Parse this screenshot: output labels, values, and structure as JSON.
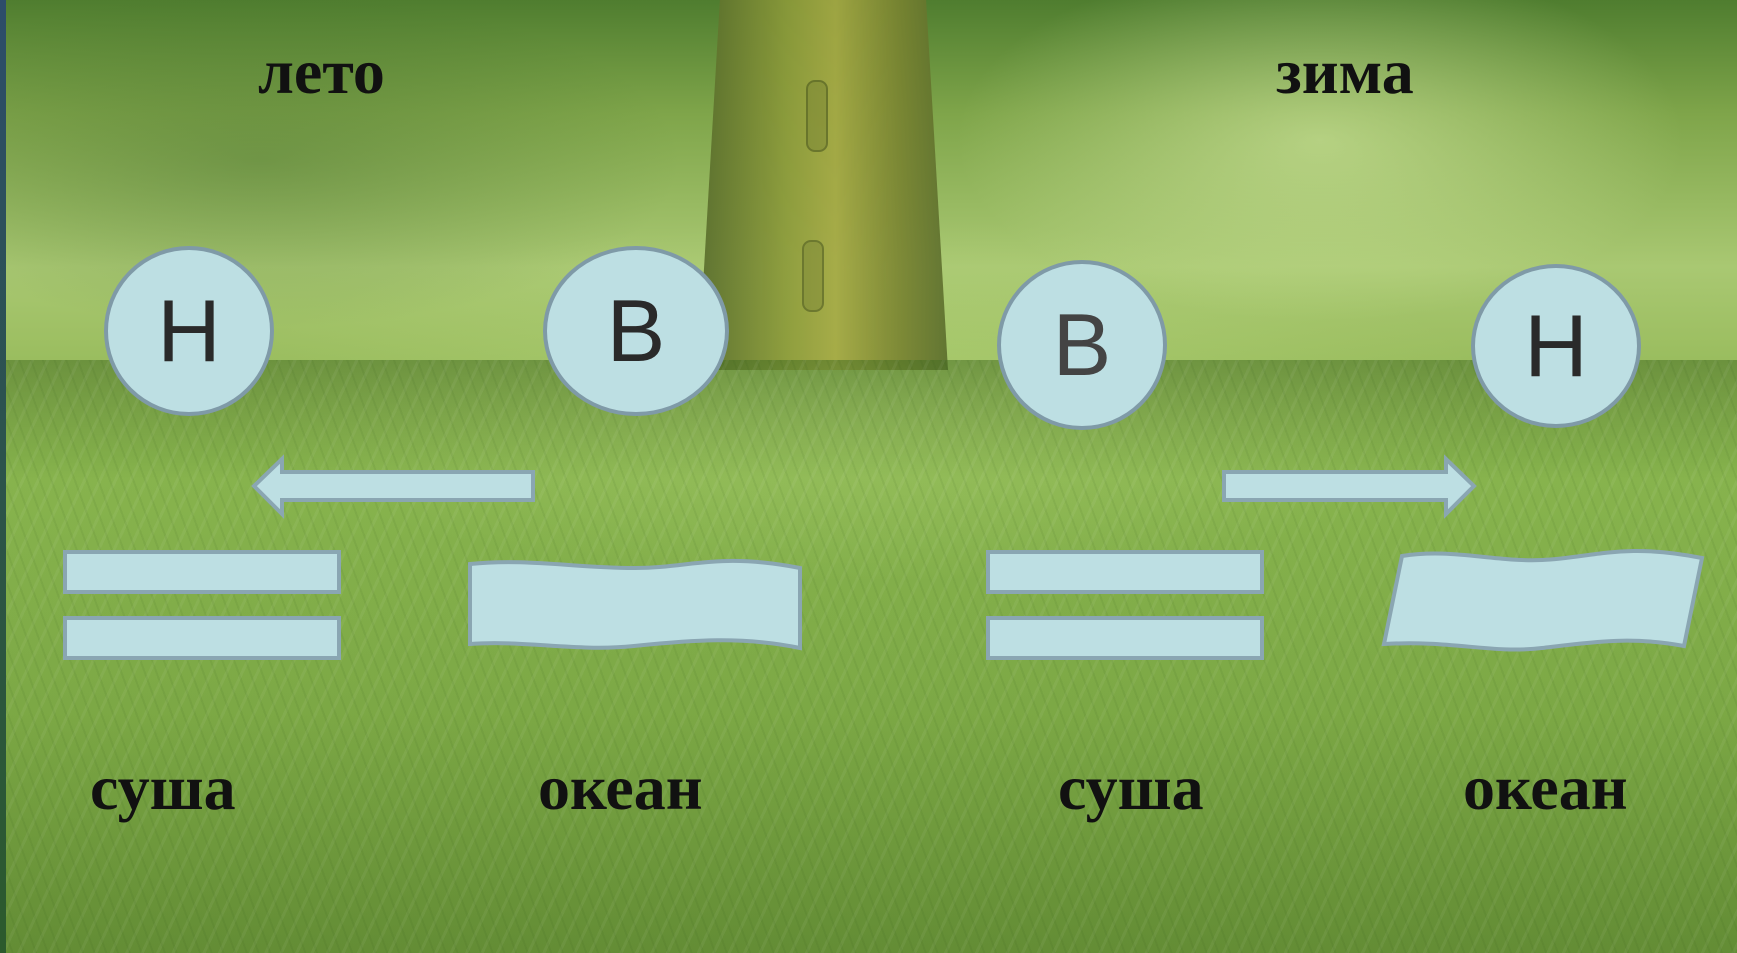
{
  "diagram": {
    "summer": {
      "season_label": "лето",
      "land_pressure": "Н",
      "ocean_pressure": "В",
      "land_label": "суша",
      "ocean_label": "океан",
      "wind_direction": "ocean-to-land"
    },
    "winter": {
      "season_label": "зима",
      "land_pressure": "В",
      "ocean_pressure": "Н",
      "land_label": "суша",
      "ocean_label": "океан",
      "wind_direction": "land-to-ocean"
    }
  },
  "colors": {
    "shape_fill": "#bddfe3",
    "shape_border": "#7f9aa7",
    "text": "#111111"
  }
}
